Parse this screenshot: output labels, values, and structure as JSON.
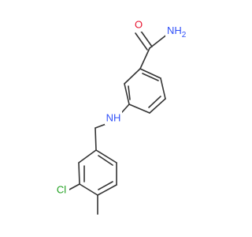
{
  "molecule": {
    "atoms": {
      "o": {
        "text": "O",
        "color": "#e8112d"
      },
      "nh2": {
        "text": "NH",
        "sub": "2",
        "color": "#3050f8"
      },
      "nh": {
        "text": "NH",
        "color": "#3050f8"
      },
      "cl": {
        "text": "Cl",
        "color": "#1fa01f"
      }
    },
    "bond_color": "#333333"
  }
}
